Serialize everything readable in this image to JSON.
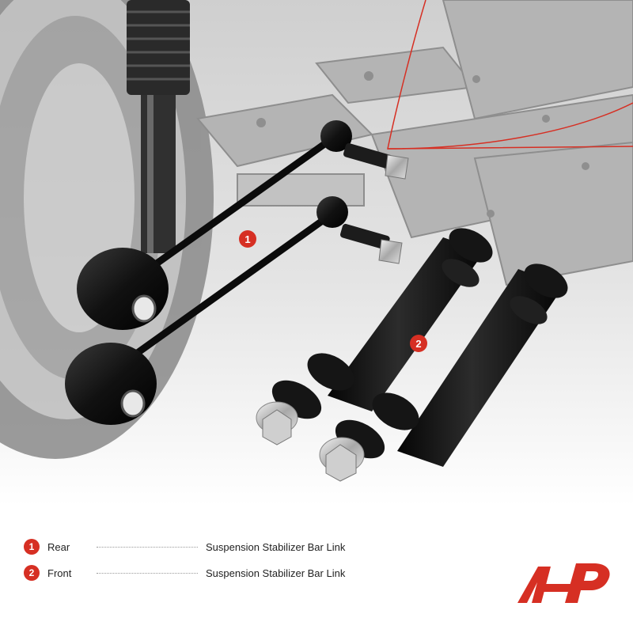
{
  "callouts": [
    {
      "number": "1"
    },
    {
      "number": "2"
    }
  ],
  "legend": [
    {
      "number": "1",
      "position": "Rear",
      "description": "Suspension Stabilizer Bar Link"
    },
    {
      "number": "2",
      "position": "Front",
      "description": "Suspension Stabilizer Bar Link"
    }
  ],
  "colors": {
    "accent": "#d62f23",
    "part": "#141414",
    "background_photo": "#d9d9d9"
  },
  "icons": {
    "brand": "a-premium-logo-icon"
  }
}
